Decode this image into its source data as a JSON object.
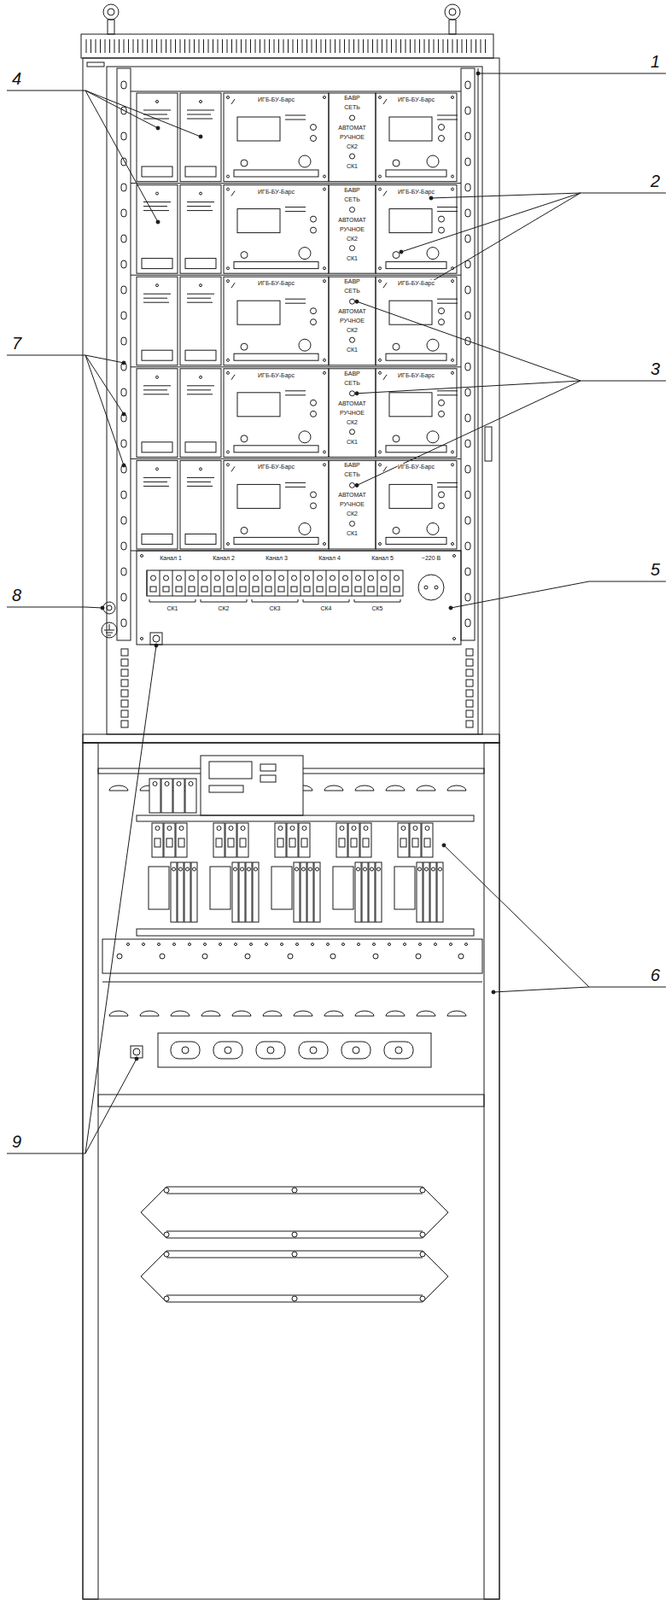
{
  "diagram": {
    "labels": [
      "1",
      "2",
      "3",
      "4",
      "5",
      "6",
      "7",
      "8",
      "9",
      "ИГБ-БУ-Барс",
      "БАВР",
      "СЕТЬ",
      "АВТОМАТ",
      "РУЧНОЕ",
      "СК2",
      "СК1",
      "ИГБ-БУ-Барс",
      "ИГБ-БУ-Барс",
      "БАВР",
      "СЕТЬ",
      "АВТОМАТ",
      "РУЧНОЕ",
      "СК2",
      "СК1",
      "ИГБ-БУ-Барс",
      "ИГБ-БУ-Барс",
      "БАВР",
      "СЕТЬ",
      "АВТОМАТ",
      "РУЧНОЕ",
      "СК2",
      "СК1",
      "ИГБ-БУ-Барс",
      "ИГБ-БУ-Барс",
      "БАВР",
      "СЕТЬ",
      "АВТОМАТ",
      "РУЧНОЕ",
      "СК2",
      "СК1",
      "ИГБ-БУ-Барс",
      "ИГБ-БУ-Барс",
      "БАВР",
      "СЕТЬ",
      "АВТОМАТ",
      "РУЧНОЕ",
      "СК2",
      "СК1",
      "ИГБ-БУ-Барс",
      "Канал 1",
      "Канал 2",
      "Канал 3",
      "Канал 4",
      "Канал 5",
      "~220 В",
      "СК1",
      "СК2",
      "СК3",
      "СК4",
      "СК5"
    ]
  }
}
